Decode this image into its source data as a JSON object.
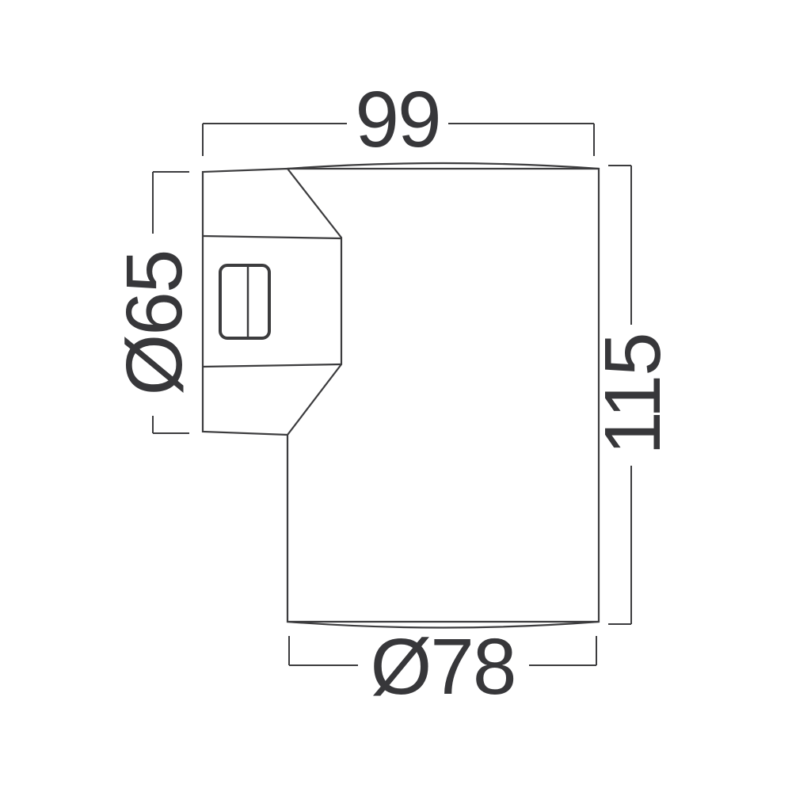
{
  "drawing": {
    "background_color": "#ffffff",
    "line_color": "#3c3c3e",
    "text_color": "#37373a",
    "dimensions": {
      "top_width": "99",
      "left_diameter": "Ø65",
      "right_height": "115",
      "bottom_diameter": "Ø78"
    }
  }
}
